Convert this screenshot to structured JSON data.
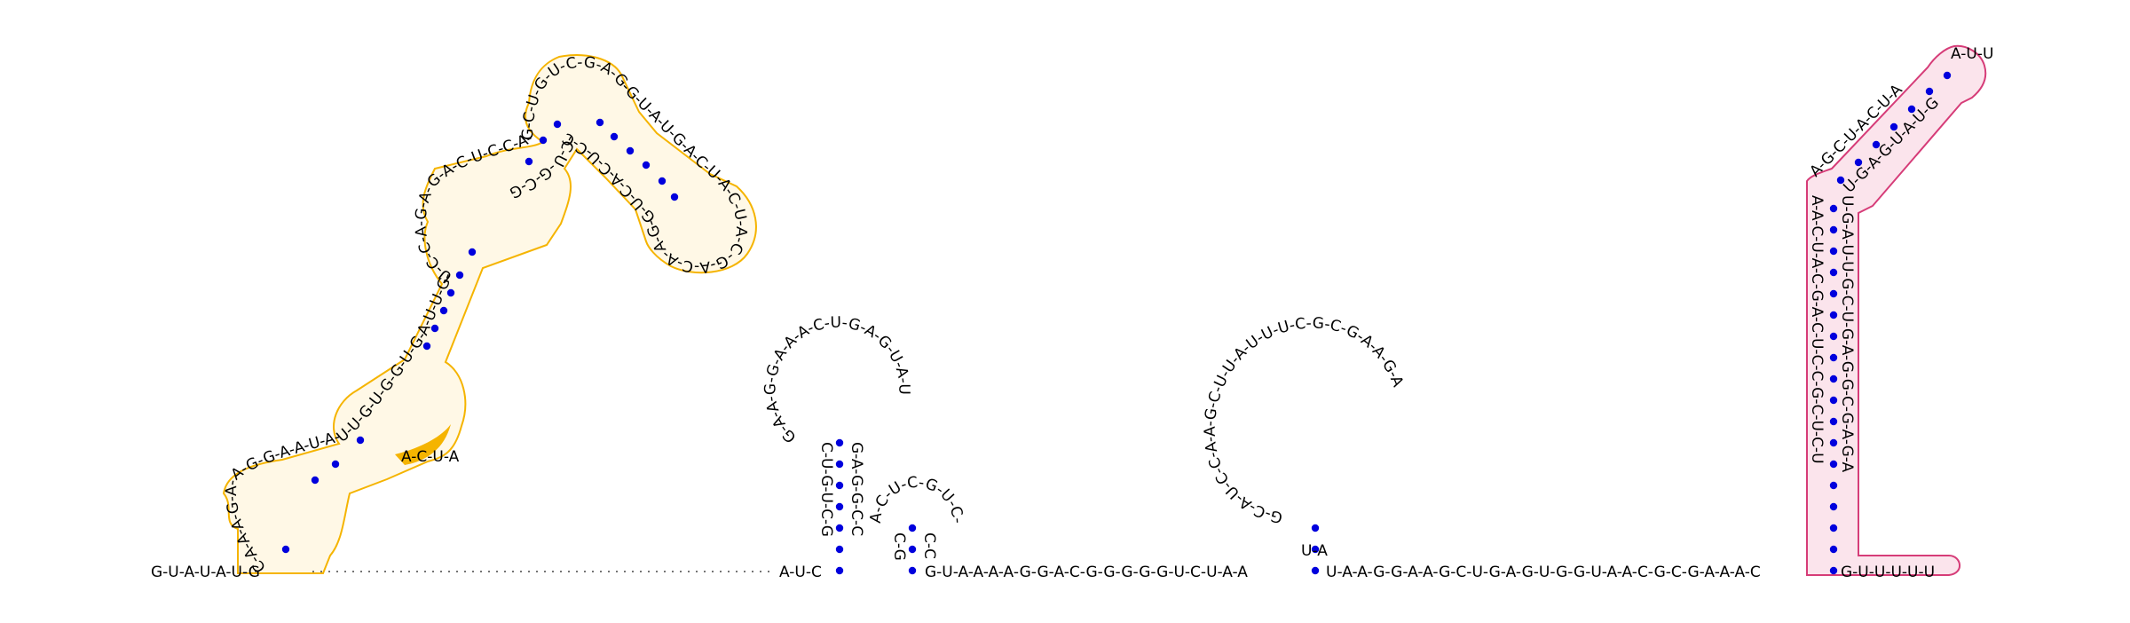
{
  "diagram": {
    "type": "rna-secondary-structure",
    "colors": {
      "nucleotide_text": "#000000",
      "base_pair_dot": "#0000dd",
      "yellow_outline": "#f5b400",
      "yellow_fill": "#fff8e6",
      "yellow_highlight": "#f5b400",
      "pink_outline": "#d63c78",
      "pink_fill": "#fbe4ec"
    },
    "sequence_segments": {
      "five_prime": "G-U-A-U-A-U-G",
      "segment_a": "A-U-C",
      "segment_b": "G-U-A-A-A-A-G-G-A-C-G-G-G-G-G-U-C-U-A-A",
      "segment_c": "U-A-A-G-G-A-A-G-C-U-G-A-G-U-G-G-U-A-A-C-G-C-G-A-A-A-C",
      "three_prime": "G-U-U-U-U-U"
    },
    "hairpins": {
      "small_1": {
        "left_stem": "C-U-G-U-C-G",
        "right_stem": "G-A-G-G-C-C",
        "loop": "G-A-A-G-G-A-A-A-C-U-G-A-G-U-A-U"
      },
      "small_2": {
        "left_stem": "C-G",
        "right_stem": "C-C",
        "loop": "A-C-U-C-G-U-C-U"
      },
      "large_loop": {
        "pair": "U-A",
        "loop": "G-C-A-U-C-C-A-A-G-C-U-U-A-U-U-U-C-G-C-G-A-A-G-A"
      },
      "yellow_domain": {
        "letters_outer": "C-A-A-A-G-A-A-G-G-A-A-U-A-U-U-G-U-G-G-U-G-A-U-U-G-U-C-C-A-G-A-G-A-C-U-C-C-A-G-C-U-G-U-C-G-A-G-G-U-A-U-G-A-C-U-A-C-U-A-C-G-A-C-A-A-G-G-U-C-A-C-U-C-C-C-U-G-C-G",
        "highlighted_bases": "A-C-U-A"
      },
      "pink_domain": {
        "left_strand": "A-A-C-U-A-C-G-A-C-U-C-C-G-C-U-C-U",
        "right_strand": "U-G-A-U-U-G-C-U-G-A-G-G-C-G-A-G-A",
        "top_left": "A-G-C-U-A-C-U-A",
        "top_right": "U-G-A-G-U-A-U-G",
        "loop": "A-U-U"
      }
    }
  }
}
